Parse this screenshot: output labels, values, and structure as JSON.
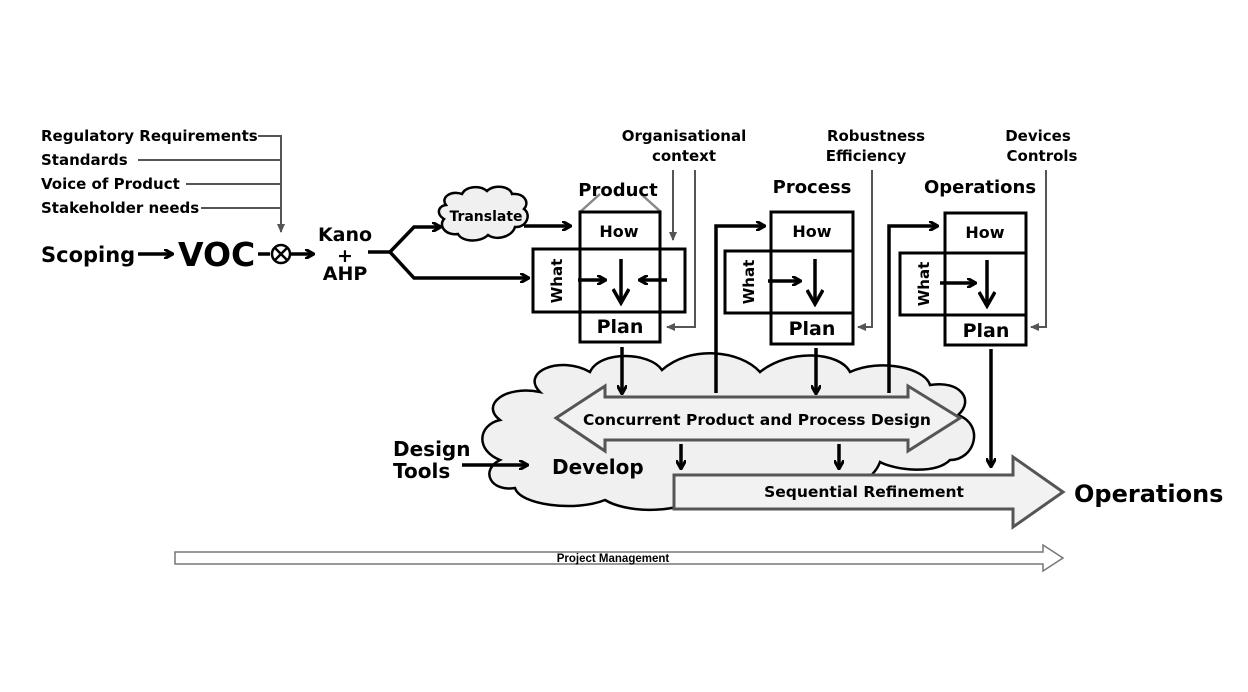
{
  "inputs": {
    "items": [
      "Regulatory Requirements",
      "Standards",
      "Voice of Product",
      "Stakeholder needs"
    ]
  },
  "flow": {
    "scoping": "Scoping",
    "voc": "VOC",
    "kano": "Kano",
    "plus": "+",
    "ahp": "AHP",
    "translate": "Translate"
  },
  "houses": [
    {
      "title": "Product",
      "how": "How",
      "what": "What",
      "plan": "Plan",
      "context": [
        "Organisational",
        "context"
      ]
    },
    {
      "title": "Process",
      "how": "How",
      "what": "What",
      "plan": "Plan",
      "context": [
        "Robustness",
        "Efficiency"
      ]
    },
    {
      "title": "Operations",
      "how": "How",
      "what": "What",
      "plan": "Plan",
      "context": [
        "Devices",
        "Controls"
      ]
    }
  ],
  "develop": {
    "concurrent": "Concurrent Product and Process Design",
    "design_tools": [
      "Design",
      "Tools"
    ],
    "develop": "Develop",
    "sequential": "Sequential Refinement",
    "operations": "Operations"
  },
  "project_management": "Project Management"
}
